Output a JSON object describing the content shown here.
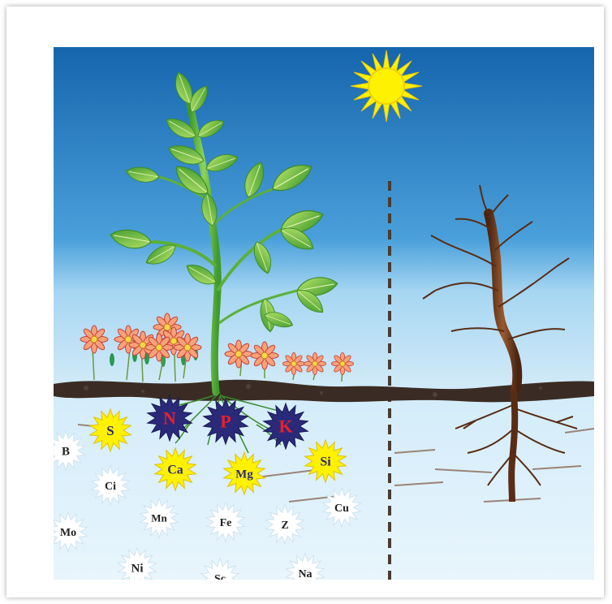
{
  "nutrients": {
    "S": "S",
    "N": "N",
    "P": "P",
    "K": "K",
    "Ca": "Ca",
    "Mg": "Mg",
    "Si": "Si",
    "B": "B",
    "Ci": "Ci",
    "Mn": "Mn",
    "Fe": "Fe",
    "Z": "Z",
    "Cu": "Cu",
    "Mo": "Mo",
    "Ni": "Ni",
    "Sc": "Sc",
    "Na": "Na"
  },
  "colors": {
    "sky_top": "#1a6fb5",
    "sky_bottom": "#8ec8ec",
    "soil": "#3a2a20",
    "sun": "#fff200",
    "npk_star": "#2b2a7a",
    "npk_text": "#e8202a",
    "yellow_star": "#fff200",
    "white_star": "#ffffff",
    "leaf": "#6cc04a",
    "dead_tree": "#6b3a1e"
  }
}
